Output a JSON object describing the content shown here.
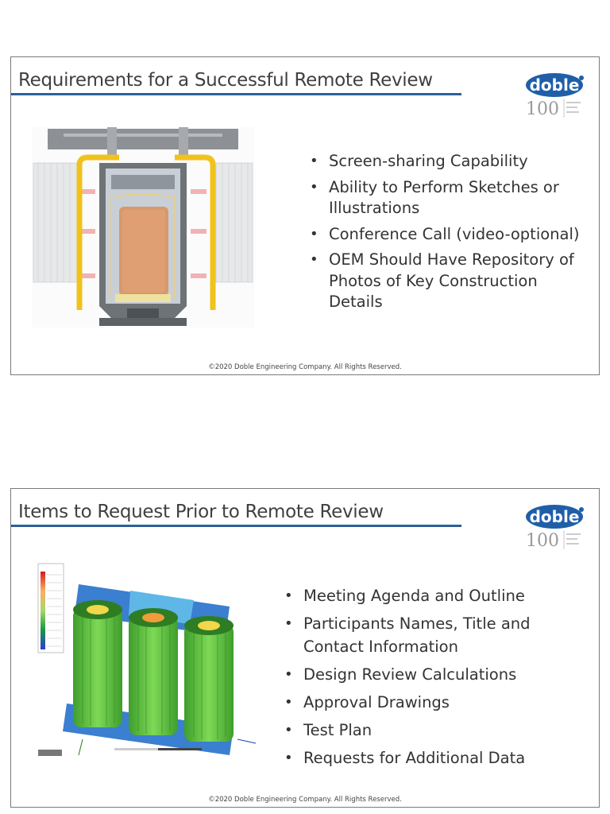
{
  "slides": [
    {
      "title": "Requirements for a Successful Remote Review",
      "bullets": [
        "Screen-sharing Capability",
        "Ability to Perform Sketches or Illustrations",
        "Conference Call (video-optional)",
        "OEM Should Have Repository of Photos of Key Construction Details"
      ],
      "footer": "©2020 Doble Engineering Company. All Rights Reserved."
    },
    {
      "title": "Items to Request Prior to Remote Review",
      "bullets": [
        "Meeting Agenda and Outline",
        "Participants Names, Title and Contact Information",
        "Design Review Calculations",
        "Approval Drawings",
        "Test Plan",
        "Requests for Additional Data"
      ],
      "footer": "©2020 Doble Engineering Company. All Rights Reserved."
    }
  ],
  "logo": {
    "brand": "doble",
    "anniversary": "100"
  },
  "colors": {
    "accent": "#2e5f9a",
    "logo_blue": "#1f5ea8"
  }
}
